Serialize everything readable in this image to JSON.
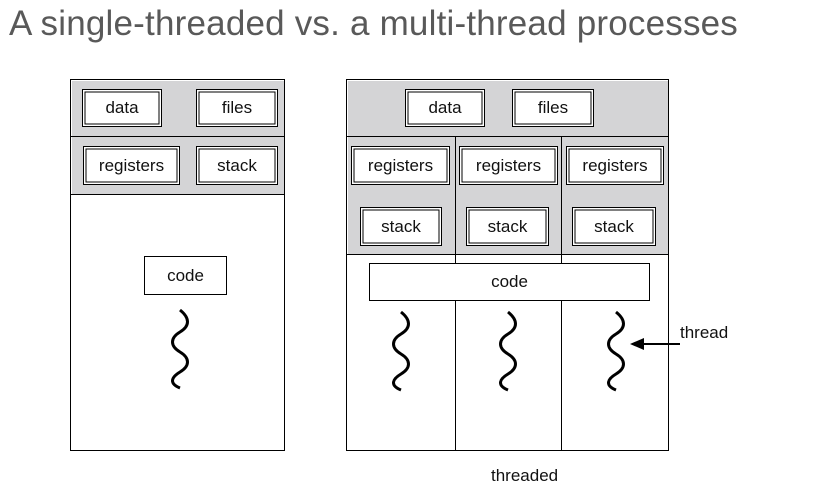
{
  "title": "A single-threaded vs. a multi-thread processes",
  "single": {
    "data_label": "data",
    "files_label": "files",
    "registers_label": "registers",
    "stack_label": "stack",
    "code_label": "code"
  },
  "multi": {
    "data_label": "data",
    "files_label": "files",
    "threads": [
      {
        "registers_label": "registers",
        "stack_label": "stack"
      },
      {
        "registers_label": "registers",
        "stack_label": "stack"
      },
      {
        "registers_label": "registers",
        "stack_label": "stack"
      }
    ],
    "code_label": "code",
    "thread_label": "thread",
    "caption": "threaded"
  }
}
